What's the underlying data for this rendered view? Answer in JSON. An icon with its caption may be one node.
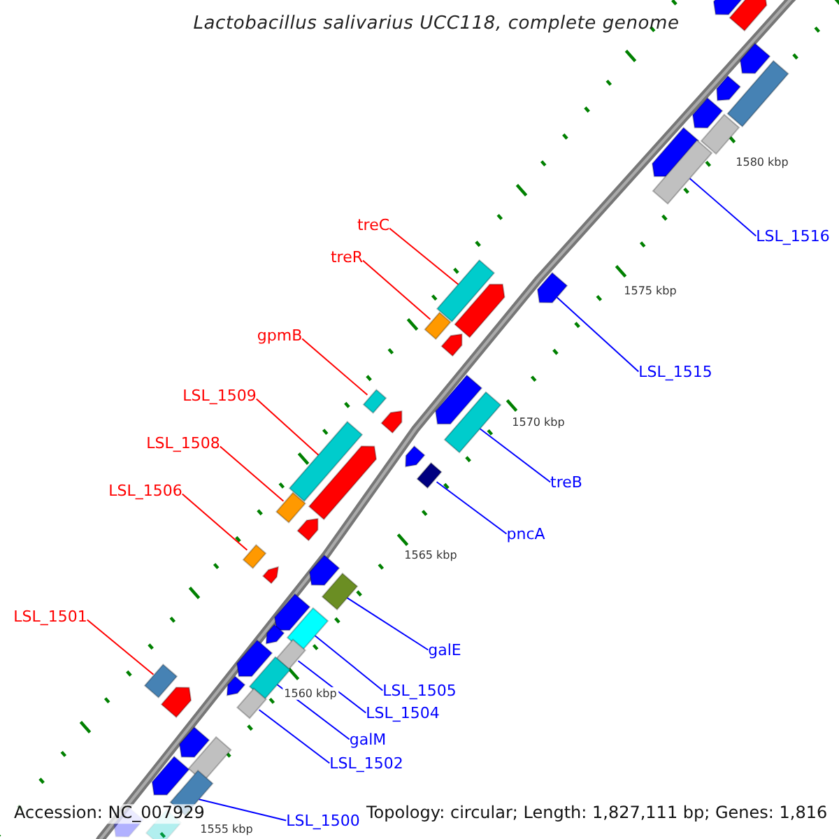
{
  "diagram": {
    "title": "Lactobacillus salivarius UCC118, complete genome",
    "nodes": [
      {
        "text": [
          "treC"
        ]
      },
      {
        "text": [
          "LSL_1516"
        ]
      },
      {
        "text": [
          "treR"
        ]
      },
      {
        "text": [
          "gpmB"
        ]
      },
      {
        "text": [
          "LSL_1515"
        ]
      },
      {
        "text": [
          "LSL_1509"
        ]
      },
      {
        "text": [
          "LSL_1508"
        ]
      },
      {
        "text": [
          "treB"
        ]
      },
      {
        "text": [
          "LSL_1506"
        ]
      },
      {
        "text": [
          "pncA"
        ]
      },
      {
        "text": [
          "LSL_1501"
        ]
      },
      {
        "text": [
          "galE"
        ]
      },
      {
        "text": [
          "LSL_1505"
        ]
      },
      {
        "text": [
          "LSL_1504"
        ]
      },
      {
        "text": [
          "galM"
        ]
      },
      {
        "text": [
          "LSL_1502"
        ]
      },
      {
        "text": [
          "LSL_1500"
        ]
      },
      {
        "text": [],
        "shape": "pentagon"
      },
      {
        "text": [],
        "shape": "pentagon"
      },
      {
        "text": [],
        "shape": "pentagon"
      },
      {
        "text": [],
        "shape": "pentagon"
      },
      {
        "text": [],
        "shape": "box"
      },
      {
        "text": [],
        "shape": "pentagon"
      },
      {
        "text": [],
        "shape": "box"
      },
      {
        "text": [],
        "shape": "pentagon"
      },
      {
        "text": [],
        "shape": "box"
      },
      {
        "text": [],
        "shape": "box"
      },
      {
        "text": [],
        "shape": "pentagon"
      },
      {
        "text": [],
        "shape": "pentagon"
      },
      {
        "text": [],
        "shape": "box"
      },
      {
        "text": [],
        "shape": "pentagon"
      },
      {
        "text": [],
        "shape": "box"
      },
      {
        "text": [],
        "shape": "pentagon"
      },
      {
        "text": [],
        "shape": "pentagon"
      },
      {
        "text": [],
        "shape": "box"
      },
      {
        "text": [],
        "shape": "pentagon"
      },
      {
        "text": [],
        "shape": "box"
      },
      {
        "text": [],
        "shape": "box"
      },
      {
        "text": [],
        "shape": "pentagon"
      },
      {
        "text": [],
        "shape": "box"
      },
      {
        "text": [],
        "shape": "pentagon"
      },
      {
        "text": [],
        "shape": "box"
      },
      {
        "text": [],
        "shape": "pentagon"
      },
      {
        "text": [],
        "shape": "pentagon"
      },
      {
        "text": [],
        "shape": "box"
      },
      {
        "text": [],
        "shape": "pentagon"
      },
      {
        "text": [],
        "shape": "box"
      },
      {
        "text": [],
        "shape": "pentagon"
      },
      {
        "text": [],
        "shape": "box"
      },
      {
        "text": [],
        "shape": "pentagon"
      },
      {
        "text": [],
        "shape": "box"
      },
      {
        "text": [],
        "shape": "box"
      },
      {
        "text": [],
        "shape": "pentagon"
      },
      {
        "text": [],
        "shape": "pentagon"
      },
      {
        "text": [],
        "shape": "box"
      },
      {
        "text": [],
        "shape": "pentagon"
      },
      {
        "text": [],
        "shape": "box"
      },
      {
        "text": [],
        "shape": "pentagon"
      },
      {
        "text": [],
        "shape": "box"
      },
      {
        "text": [],
        "shape": "pentagon"
      },
      {
        "text": [],
        "shape": "box"
      }
    ],
    "edges": [
      {
        "from": 0,
        "to": 26,
        "arrow": "none",
        "color": "#ff0000"
      },
      {
        "from": 1,
        "to": 25,
        "arrow": "none"
      },
      {
        "from": 2,
        "to": 29,
        "arrow": "none",
        "color": "#ff0000"
      },
      {
        "from": 3,
        "to": 31,
        "arrow": "none",
        "color": "#ff0000"
      },
      {
        "from": 4,
        "to": 27,
        "arrow": "none"
      },
      {
        "from": 5,
        "to": 36,
        "arrow": "none",
        "color": "#ff0000"
      },
      {
        "from": 6,
        "to": 39,
        "arrow": "none",
        "color": "#ff0000"
      },
      {
        "from": 7,
        "to": 34,
        "arrow": "none"
      },
      {
        "from": 8,
        "to": 41,
        "arrow": "none",
        "color": "#ff0000"
      },
      {
        "from": 9,
        "to": 37,
        "arrow": "none"
      },
      {
        "from": 10,
        "to": 51,
        "arrow": "none",
        "color": "#ff0000"
      },
      {
        "from": 11,
        "to": 44,
        "arrow": "none"
      },
      {
        "from": 12,
        "to": 46,
        "arrow": "none"
      },
      {
        "from": 13,
        "to": 48,
        "arrow": "none"
      },
      {
        "from": 14,
        "to": 50,
        "arrow": "none"
      },
      {
        "from": 15,
        "to": 54,
        "arrow": "none"
      },
      {
        "from": 16,
        "to": 58,
        "arrow": "none"
      }
    ],
    "labels": [
      "1580 kbp",
      "1575 kbp",
      "1570 kbp",
      "1565 kbp",
      "1560 kbp",
      "1555 kbp",
      "Accession: NC_007929",
      "Topology: circular; Length: 1,827,111 bp; Genes: 1,816"
    ]
  }
}
